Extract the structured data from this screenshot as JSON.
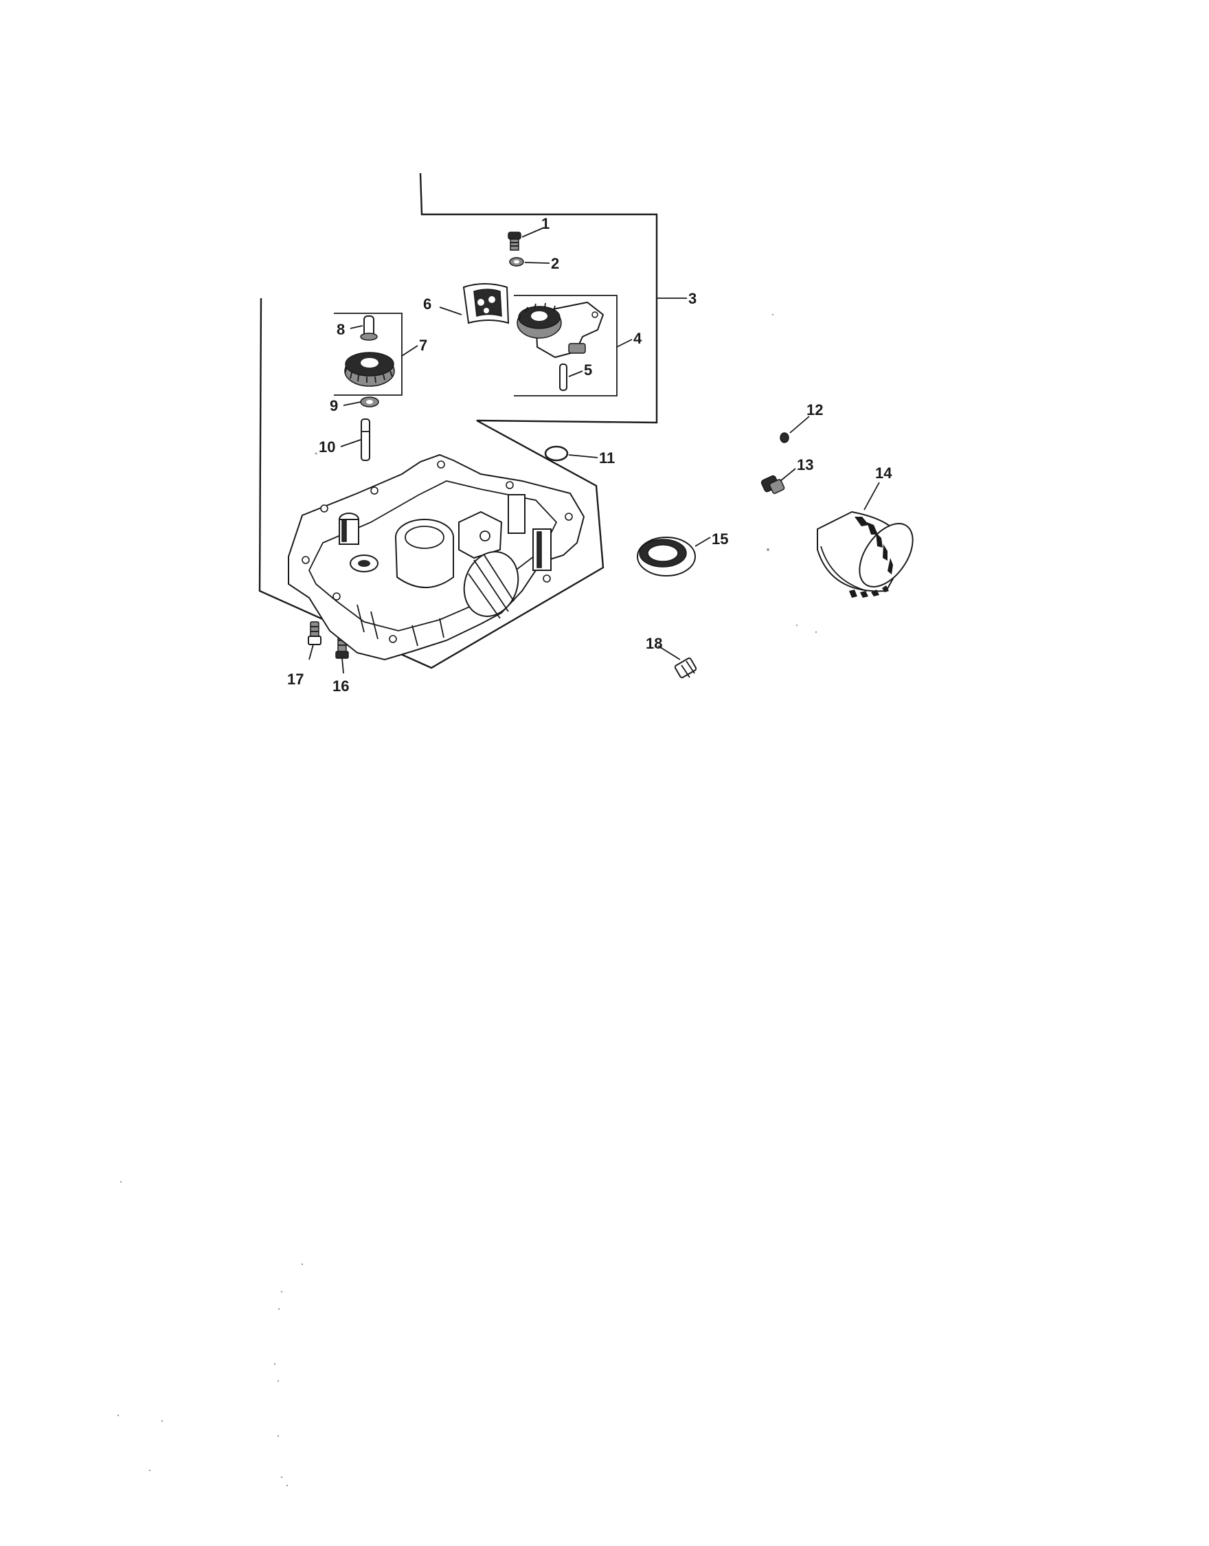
{
  "diagram": {
    "callouts": [
      {
        "label": "1"
      },
      {
        "label": "2"
      },
      {
        "label": "3"
      },
      {
        "label": "4"
      },
      {
        "label": "5"
      },
      {
        "label": "6"
      },
      {
        "label": "7"
      },
      {
        "label": "8"
      },
      {
        "label": "9"
      },
      {
        "label": "10"
      },
      {
        "label": "11"
      },
      {
        "label": "12"
      },
      {
        "label": "13"
      },
      {
        "label": "14"
      },
      {
        "label": "15"
      },
      {
        "label": "16"
      },
      {
        "label": "17"
      },
      {
        "label": "18"
      }
    ],
    "parts": [
      {
        "icon": "screw-icon"
      },
      {
        "icon": "washer-icon"
      },
      {
        "icon": "oil-pump-assembly-icon"
      },
      {
        "icon": "pin-icon"
      },
      {
        "icon": "bearing-icon"
      },
      {
        "icon": "gear-icon"
      },
      {
        "icon": "shaft-pin-icon"
      },
      {
        "icon": "o-ring-icon"
      },
      {
        "icon": "plug-icon"
      },
      {
        "icon": "drain-plug-icon"
      },
      {
        "icon": "oil-filter-icon"
      },
      {
        "icon": "oil-seal-icon"
      },
      {
        "icon": "bolt-icon"
      },
      {
        "icon": "fitting-icon"
      },
      {
        "icon": "closure-plate-icon"
      }
    ]
  }
}
